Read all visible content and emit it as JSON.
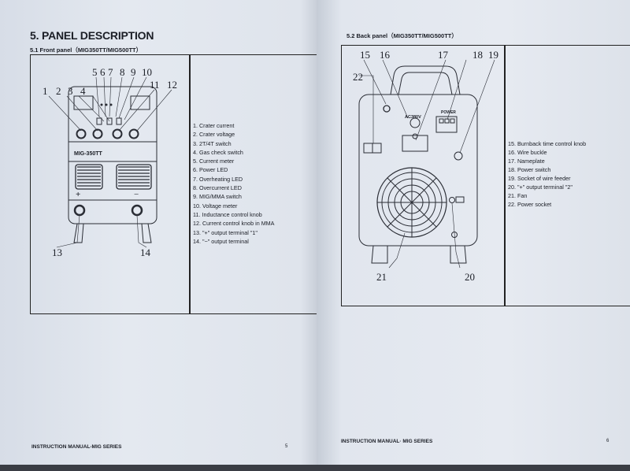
{
  "left_page": {
    "title": "5. PANEL DESCRIPTION",
    "subtitle": "5.1 Front panel（MIG350TT/MIG500TT）",
    "diagram": {
      "model_label": "MIG-350TT",
      "plus": "+",
      "minus": "−",
      "callouts": [
        "1",
        "2",
        "3",
        "4",
        "5",
        "6",
        "7",
        "8",
        "9",
        "10",
        "11",
        "12",
        "13",
        "14"
      ]
    },
    "items": [
      "1. Crater current",
      "2. Crater voltage",
      "3. 2T/4T switch",
      "4. Gas check switch",
      "5. Current meter",
      "6. Power LED",
      "7. Overheating LED",
      "8. Overcurrent LED",
      "9. MIG/MMA switch",
      "10. Voltage meter",
      "11. Inductance control knob",
      "12. Current control knob in MMA",
      "13. \"+\" output terminal \"1\"",
      "14. \"−\" output terminal"
    ],
    "footer": "INSTRUCTION MANUAL-MIG SERIES",
    "page_number": "5"
  },
  "right_page": {
    "subtitle": "5.2 Back panel（MIG350TT/MIG500TT）",
    "diagram": {
      "voltage_label": "AC380V",
      "power_label": "POWER",
      "callouts": [
        "15",
        "16",
        "17",
        "18",
        "19",
        "22",
        "21",
        "20"
      ]
    },
    "items": [
      "15. Burnback time control knob",
      "16. Wire buckle",
      "17. Nameplate",
      "18. Power switch",
      "19. Socket of wire feeder",
      "20. \"+\" output terminal \"2\"",
      "21. Fan",
      "22. Power socket"
    ],
    "footer": "INSTRUCTION MANUAL· MIG SERIES",
    "page_number": "6"
  }
}
